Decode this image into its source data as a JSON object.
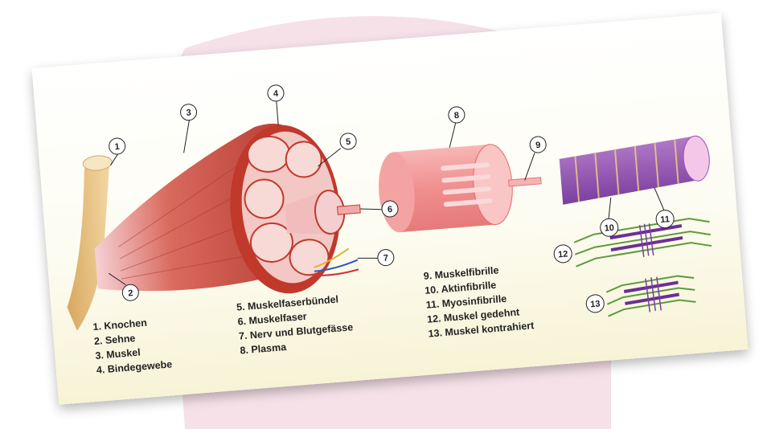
{
  "callouts": [
    "1",
    "2",
    "3",
    "4",
    "5",
    "6",
    "7",
    "8",
    "9",
    "10",
    "11",
    "12",
    "13"
  ],
  "legend": {
    "col1": [
      "1. Knochen",
      "2. Sehne",
      "3. Muskel",
      "4. Bindegewebe"
    ],
    "col2": [
      "5. Muskelfaserbündel",
      "6. Muskelfaser",
      "7. Nerv und Blutgefässe",
      "8. Plasma"
    ],
    "col3": [
      "9. Muskelfibrille",
      "10. Aktinfibrille",
      "11. Myosinfibrille",
      "12. Muskel gedehnt",
      "13. Muskel kontrahiert"
    ]
  },
  "colors": {
    "background_blob": "#f6e1e9",
    "bone": "#e8c48a",
    "muscle": "#c9473a",
    "fiber_pink": "#f2a8a8",
    "myofibril_purple": "#7a3fa0",
    "sarcomere_green": "#5d9b3c"
  }
}
